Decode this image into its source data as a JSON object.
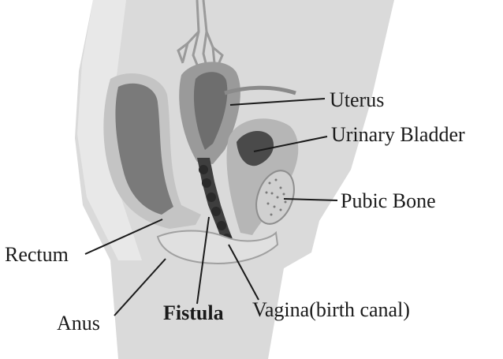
{
  "labels": {
    "uterus": "Uterus",
    "urinary_bladder": "Urinary Bladder",
    "pubic_bone": "Pubic Bone",
    "rectum": "Rectum",
    "anus": "Anus",
    "fistula": "Fistula",
    "vagina": "Vagina(birth canal)"
  },
  "colors": {
    "body": "#d9d9d9",
    "organ_dark": "#7d7d7d",
    "organ_mid": "#a6a6a6",
    "vagina_canal": "#3e3e3e",
    "bone": "#d2d2d2",
    "leader_line": "#1a1a1a"
  }
}
